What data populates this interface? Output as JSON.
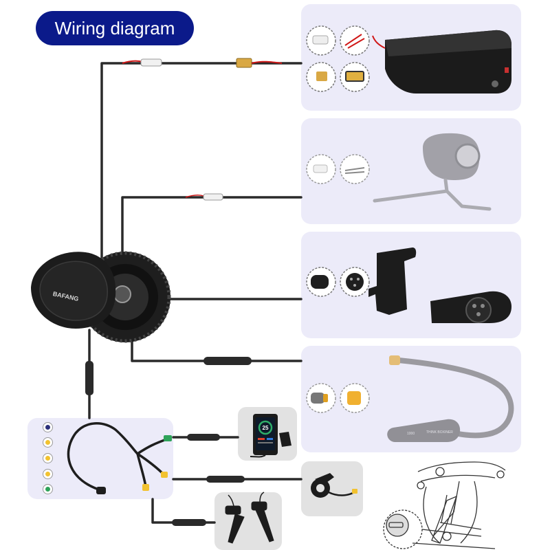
{
  "title": {
    "text": "Wiring diagram"
  },
  "motor": {
    "brand": "BAFANG"
  },
  "display": {
    "speed": "25"
  },
  "sensor": {
    "label_a": "1000",
    "label_b": "THINK BOXINER"
  },
  "colors": {
    "title_bg": "#0b1a8a",
    "panel_bg": "#ecebf9",
    "cable": "#2a2a2a",
    "connector_yellow": "#f2c230",
    "connector_green": "#2ea35a",
    "connector_navy": "#2b2f7a",
    "wire_red": "#d01818"
  },
  "harness_connectors": [
    {
      "name": "navy-connector",
      "color": "#2b2f7a"
    },
    {
      "name": "yellow-connector-1",
      "color": "#f2c230"
    },
    {
      "name": "yellow-connector-2",
      "color": "#f2c230"
    },
    {
      "name": "yellow-connector-3",
      "color": "#f2c230"
    },
    {
      "name": "green-connector",
      "color": "#2ea35a"
    }
  ],
  "components": [
    {
      "icon": "battery-icon"
    },
    {
      "icon": "headlight-icon"
    },
    {
      "icon": "throttle-connector-icon"
    },
    {
      "icon": "speed-sensor-icon"
    },
    {
      "icon": "display-icon"
    },
    {
      "icon": "thumb-throttle-icon"
    },
    {
      "icon": "brake-levers-icon"
    },
    {
      "icon": "bike-sketch-icon"
    }
  ]
}
